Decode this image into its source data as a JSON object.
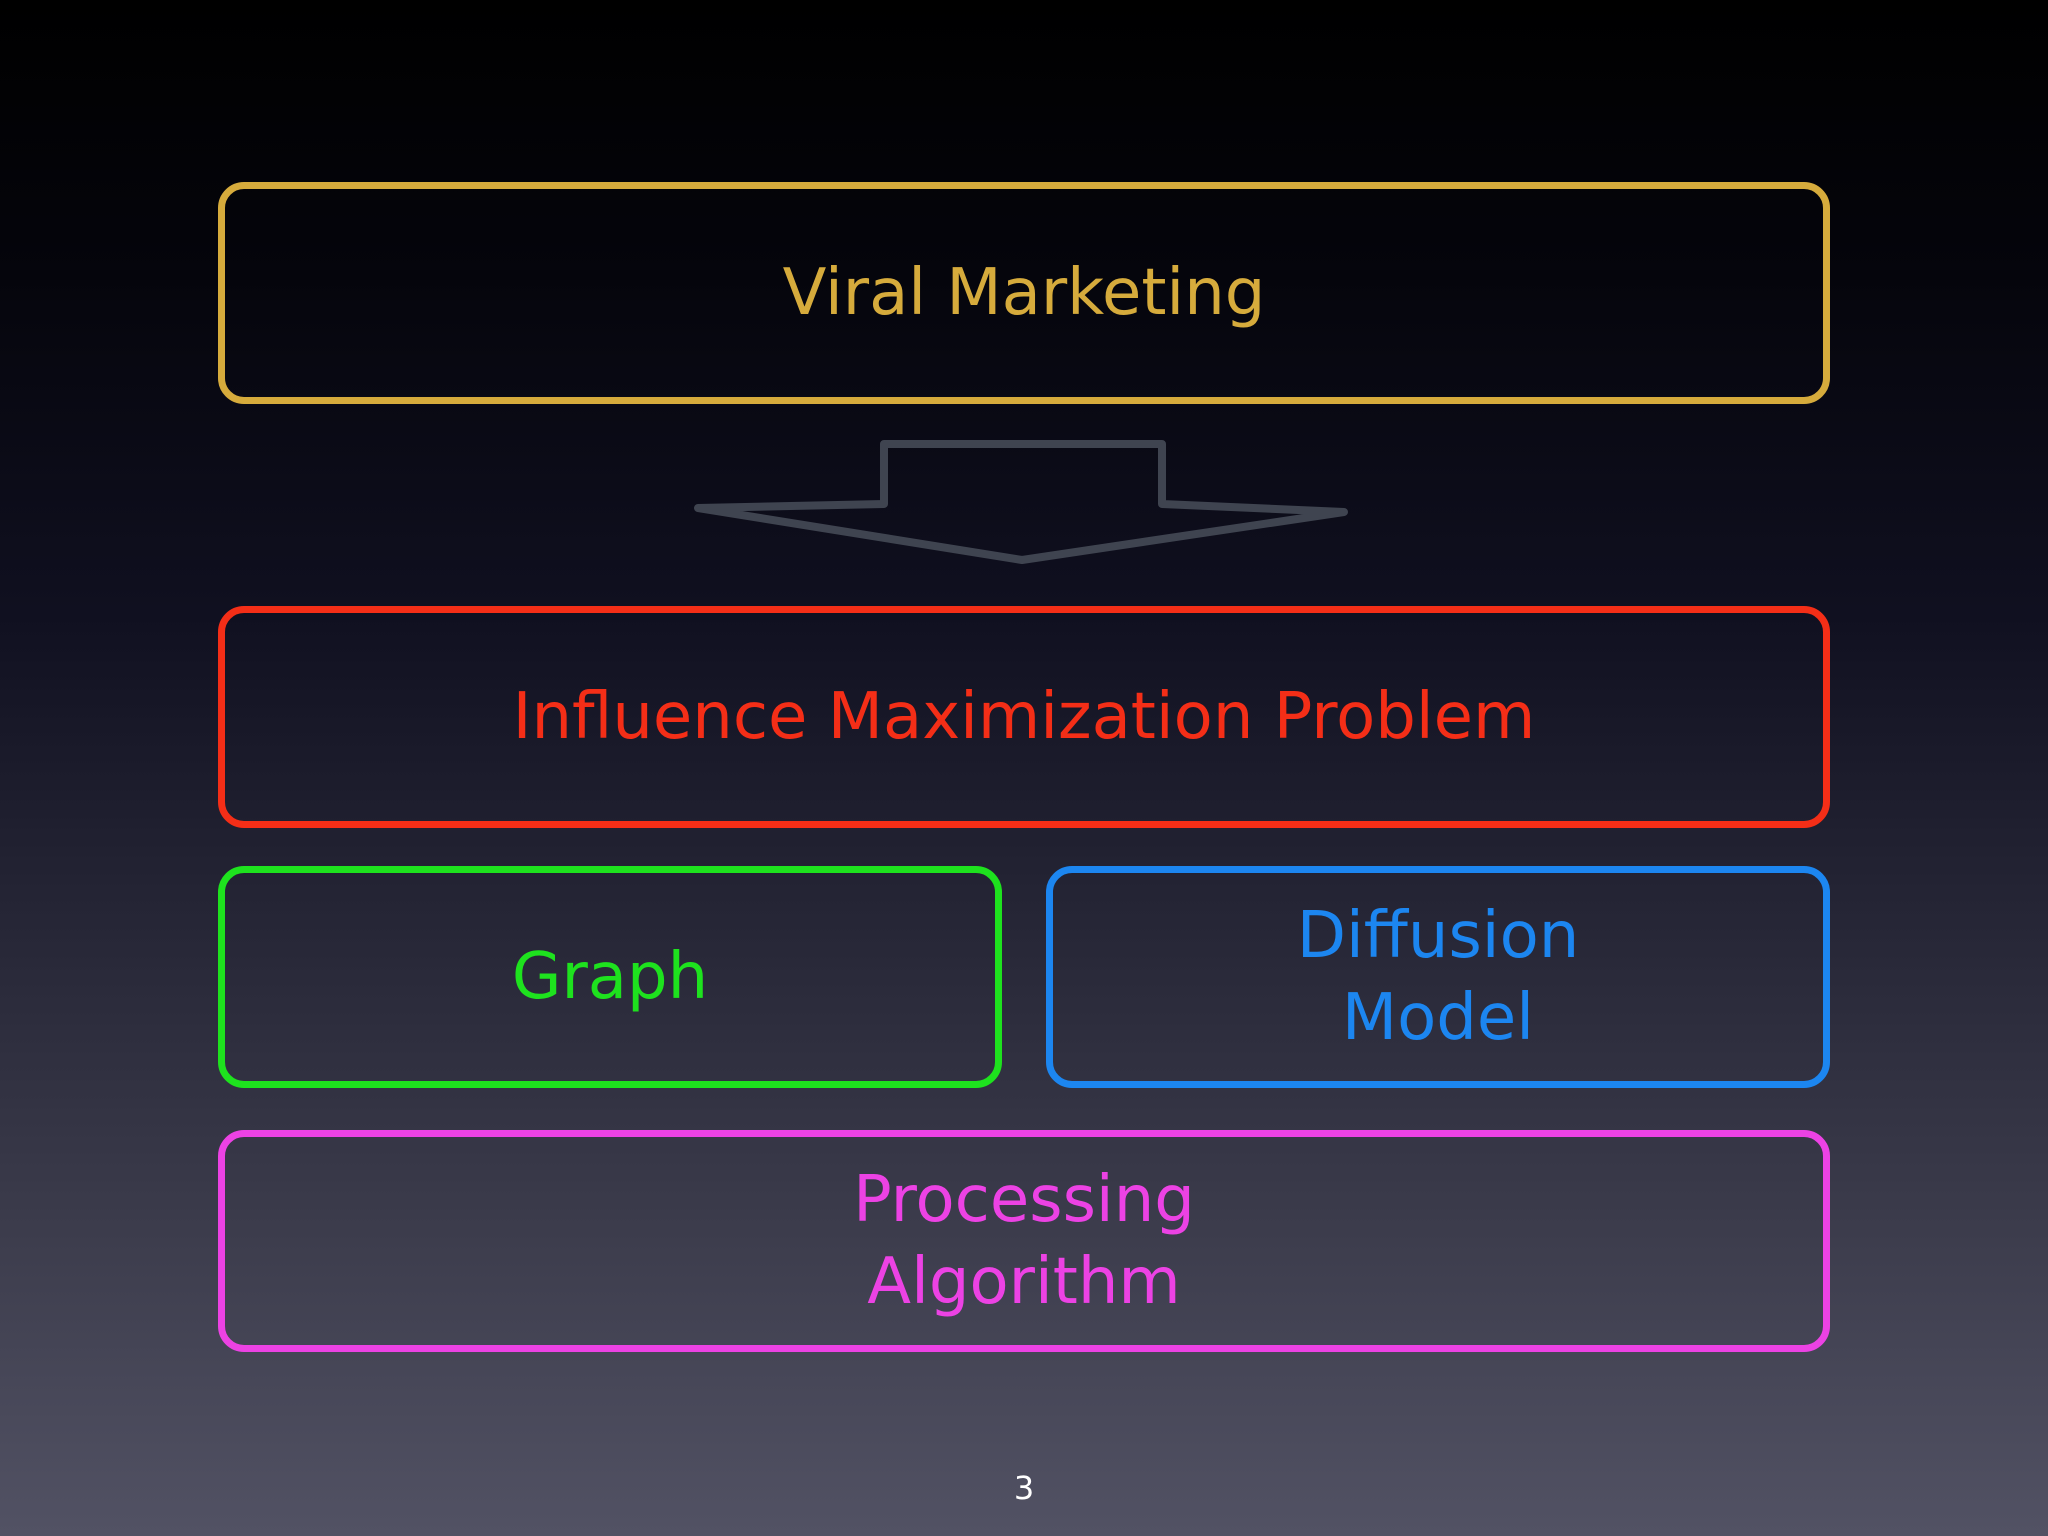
{
  "slide": {
    "boxes": {
      "viral_marketing": {
        "label": "Viral Marketing",
        "color": "#d6ab3c"
      },
      "influence_maximization": {
        "label": "Influence Maximization Problem",
        "color": "#f42e17"
      },
      "graph": {
        "label": "Graph",
        "color": "#1ee21e"
      },
      "diffusion_model": {
        "label": "Diffusion\nModel",
        "color": "#1c86f0"
      },
      "processing_algorithm": {
        "label": "Processing\nAlgorithm",
        "color": "#ec42e4"
      }
    },
    "arrow": {
      "icon": "down-arrow-icon",
      "color": "#3f4450"
    },
    "page_number": "3"
  }
}
